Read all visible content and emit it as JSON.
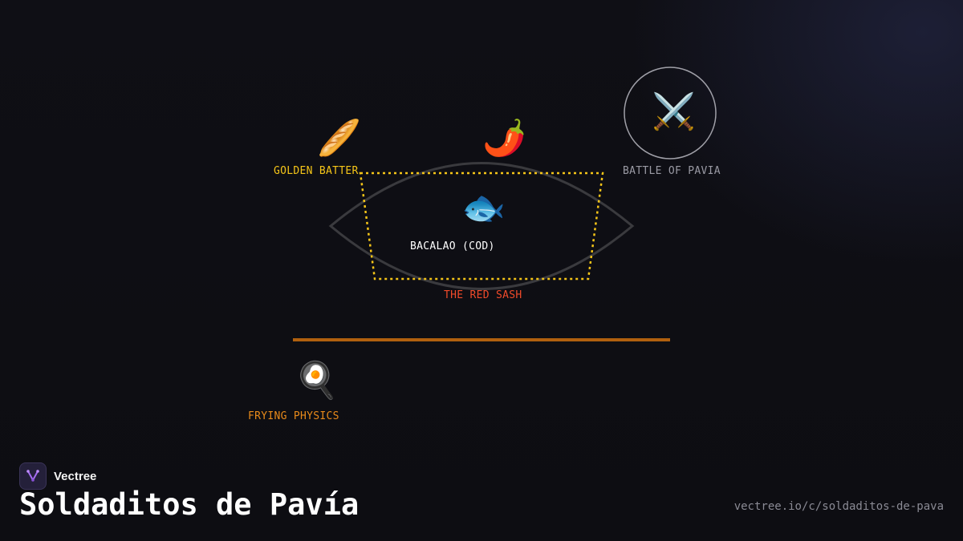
{
  "diagram": {
    "nodes": {
      "golden_batter": {
        "label": "GOLDEN BATTER",
        "icon": "baguette-icon",
        "glyph": "🥖",
        "color": "#f5c518"
      },
      "red_pepper": {
        "icon": "chili-pepper-icon",
        "glyph": "🌶️"
      },
      "battle": {
        "label": "BATTLE OF PAVIA",
        "icon": "crossed-swords-icon",
        "glyph": "⚔️",
        "color": "#9a9aa4"
      },
      "cod": {
        "label": "BACALAO (COD)",
        "icon": "fish-icon",
        "glyph": "🐟",
        "color": "#ffffff"
      },
      "red_sash": {
        "label": "THE RED SASH",
        "color": "#f04a2a"
      },
      "frying": {
        "label": "FRYING PHYSICS",
        "icon": "frying-pan-icon",
        "glyph": "🍳",
        "color": "#e88a1a"
      }
    },
    "colors": {
      "sash_outline": "#f5c518",
      "oil_line": "#b0600e",
      "eye_outline": "#3a3a3e",
      "circle_outline": "#a0a0a8"
    }
  },
  "brand": {
    "name": "Vectree",
    "logo_icon": "vectree-logo-icon"
  },
  "title": "Soldaditos de Pavía",
  "url": "vectree.io/c/soldaditos-de-pava"
}
